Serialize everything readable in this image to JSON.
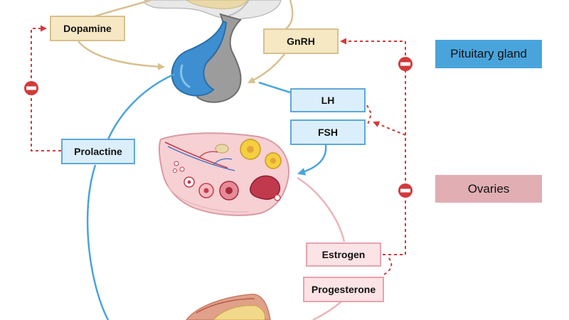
{
  "hormones": {
    "dopamine": "Dopamine",
    "gnrh": "GnRH",
    "lh": "LH",
    "fsh": "FSH",
    "prolactine": "Prolactine",
    "estrogen": "Estrogen",
    "progesterone": "Progesterone"
  },
  "legend": {
    "pituitary": "Pituitary gland",
    "ovaries": "Ovaries"
  },
  "colors": {
    "pituitary": "#4aa4dc",
    "ovaries": "#e0aeb3",
    "hypothalamic": "#d7c08f",
    "inhibition": "#d4393a"
  }
}
